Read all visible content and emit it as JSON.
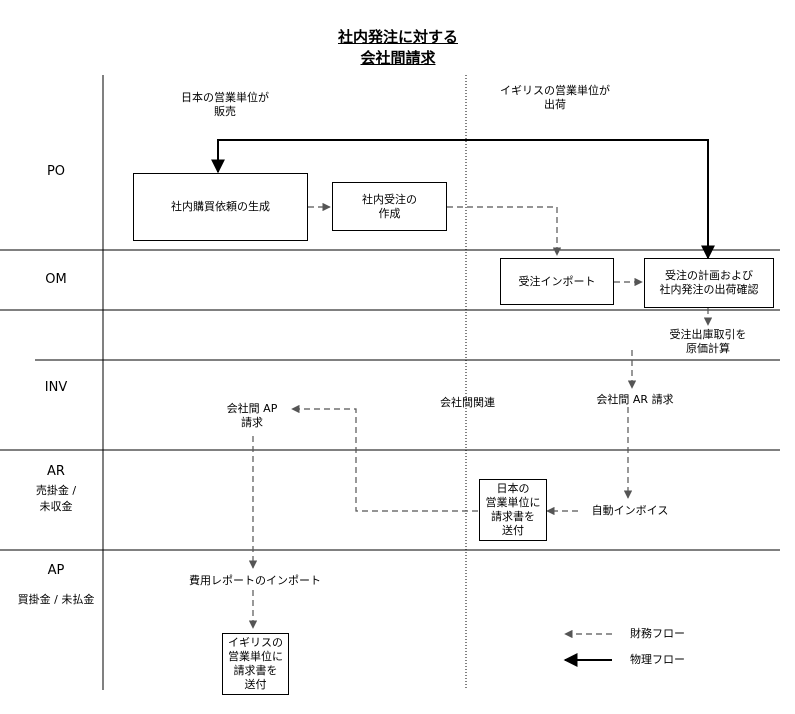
{
  "title": {
    "line1": "社内発注に対する",
    "line2": "会社間請求"
  },
  "columns": {
    "left_header": [
      "日本の営業単位が",
      "販売"
    ],
    "right_header": [
      "イギリスの営業単位が",
      "出荷"
    ]
  },
  "lanes": {
    "po": "PO",
    "om": "OM",
    "inv": "INV",
    "ar": "AR",
    "ar_sub": [
      "売掛金 /",
      "未収金"
    ],
    "ap": "AP",
    "ap_sub": "買掛金 / 未払金"
  },
  "boxes": {
    "internal_requisition": [
      "社内購買依頼の生成"
    ],
    "internal_order": [
      "社内受注の",
      "作成"
    ],
    "order_import": [
      "受注インポート"
    ],
    "pick_release_ship": [
      "受注の計画および",
      "社内発注の出荷確認"
    ],
    "send_invoice_japan": [
      "日本の",
      "営業単位に",
      "請求書を",
      "送付"
    ],
    "send_invoice_uk": [
      "イギリスの",
      "営業単位に",
      "請求書を",
      "送付"
    ]
  },
  "labels": {
    "issue_cost": [
      "受注出庫取引を",
      "原価計算"
    ],
    "ic_ap_invoice": [
      "会社間 AP",
      "請求"
    ],
    "ic_relation": "会社間関連",
    "ic_ar_invoice": "会社間 AR 請求",
    "auto_invoice": "自動インボイス",
    "expense_import": "費用レポートのインポート"
  },
  "legend": {
    "financial_flow": "財務フロー",
    "physical_flow": "物理フロー"
  }
}
